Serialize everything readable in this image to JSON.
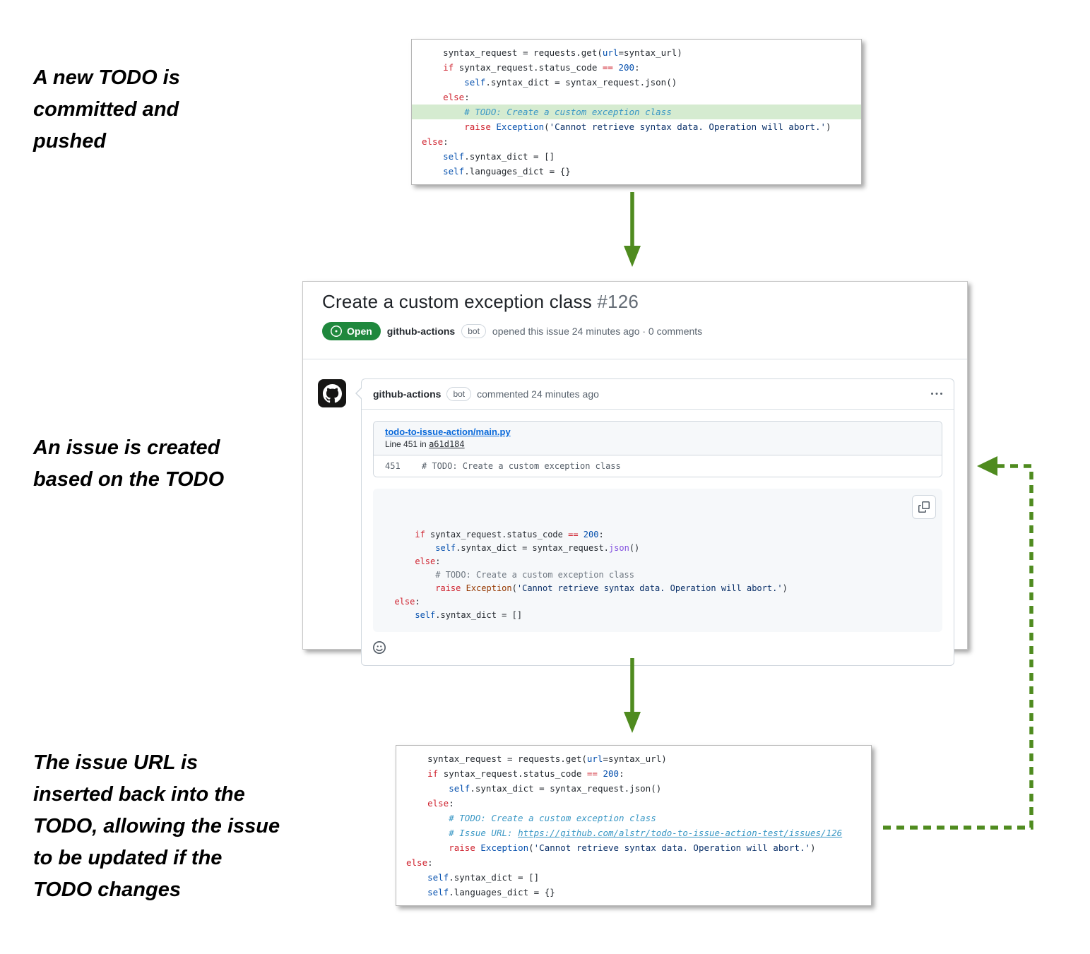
{
  "labels": {
    "step1": "A new TODO is committed and pushed",
    "step2": "An issue is created based on the TODO",
    "step3": "The issue URL is inserted back into the TODO, allowing the issue to be updated if the TODO changes"
  },
  "colors": {
    "arrow_green": "#4f8b1f",
    "todo_highlight_bg": "#d5ebd0",
    "todo_comment": "#3b98c5",
    "open_badge": "#1f883d",
    "link_blue": "#0969da"
  },
  "issue": {
    "title": "Create a custom exception class",
    "number": "#126",
    "state_label": "Open",
    "author": "github-actions",
    "bot_badge": "bot",
    "opened_meta": "opened this issue 24 minutes ago · 0 comments",
    "comment": {
      "author": "github-actions",
      "bot_badge": "bot",
      "meta": "commented 24 minutes ago",
      "reference": {
        "file_link": "todo-to-issue-action/main.py",
        "line_prefix": "Line 451 in ",
        "commit": "a61d184",
        "line_number": "451",
        "line_text": "# TODO: Create a custom exception class"
      }
    }
  },
  "code_blocks": {
    "top": {
      "lines": [
        {
          "tokens": [
            [
              "    syntax_request = requests.get(",
              "p"
            ],
            [
              "url",
              "num"
            ],
            [
              "=syntax_url)",
              "p"
            ]
          ]
        },
        {
          "tokens": [
            [
              "    ",
              "p"
            ],
            [
              "if",
              "kw"
            ],
            [
              " syntax_request.status_code ",
              "p"
            ],
            [
              "==",
              "kw"
            ],
            [
              " ",
              "p"
            ],
            [
              "200",
              "num"
            ],
            [
              ":",
              "p"
            ]
          ]
        },
        {
          "tokens": [
            [
              "        ",
              "p"
            ],
            [
              "self",
              "slf"
            ],
            [
              ".syntax_dict = syntax_request.json()",
              "p"
            ]
          ]
        },
        {
          "tokens": [
            [
              "    ",
              "p"
            ],
            [
              "else",
              "kw"
            ],
            [
              ":",
              "p"
            ]
          ]
        },
        {
          "hl": true,
          "tokens": [
            [
              "        ",
              "p"
            ],
            [
              "# TODO: Create a custom exception class",
              "todo"
            ]
          ]
        },
        {
          "tokens": [
            [
              "        ",
              "p"
            ],
            [
              "raise",
              "kw"
            ],
            [
              " ",
              "p"
            ],
            [
              "Exception",
              "exc"
            ],
            [
              "(",
              "p"
            ],
            [
              "'Cannot retrieve syntax data. Operation will abort.'",
              "str"
            ],
            [
              ")",
              "p"
            ]
          ]
        },
        {
          "tokens": [
            [
              "else",
              "kw"
            ],
            [
              ":",
              "p"
            ]
          ]
        },
        {
          "tokens": [
            [
              "    ",
              "p"
            ],
            [
              "self",
              "slf"
            ],
            [
              ".syntax_dict = []",
              "p"
            ]
          ]
        },
        {
          "tokens": [
            [
              "    ",
              "p"
            ],
            [
              "self",
              "slf"
            ],
            [
              ".languages_dict = {}",
              "p"
            ]
          ]
        }
      ]
    },
    "issue": {
      "lines": [
        {
          "tokens": [
            [
              "      ",
              "p"
            ],
            [
              "if",
              "kw"
            ],
            [
              " syntax_request.status_code ",
              "p"
            ],
            [
              "==",
              "kw"
            ],
            [
              " ",
              "p"
            ],
            [
              "200",
              "num"
            ],
            [
              ":",
              "p"
            ]
          ]
        },
        {
          "tokens": [
            [
              "          ",
              "p"
            ],
            [
              "self",
              "slf"
            ],
            [
              ".syntax_dict = syntax_request.",
              "p"
            ],
            [
              "json",
              "fn"
            ],
            [
              "()",
              "p"
            ]
          ]
        },
        {
          "tokens": [
            [
              "      ",
              "p"
            ],
            [
              "else",
              "kw"
            ],
            [
              ":",
              "p"
            ]
          ]
        },
        {
          "tokens": [
            [
              "          ",
              "p"
            ],
            [
              "# TODO: Create a custom exception class",
              "cmt"
            ]
          ]
        },
        {
          "tokens": [
            [
              "          ",
              "p"
            ],
            [
              "raise",
              "kw"
            ],
            [
              " ",
              "p"
            ],
            [
              "Exception",
              "exc2"
            ],
            [
              "(",
              "p"
            ],
            [
              "'Cannot retrieve syntax data. Operation will abort.'",
              "str"
            ],
            [
              ")",
              "p"
            ]
          ]
        },
        {
          "tokens": [
            [
              "  ",
              "p"
            ],
            [
              "else",
              "kw"
            ],
            [
              ":",
              "p"
            ]
          ]
        },
        {
          "tokens": [
            [
              "      ",
              "p"
            ],
            [
              "self",
              "slf"
            ],
            [
              ".syntax_dict = []",
              "p"
            ]
          ]
        }
      ]
    },
    "bottom": {
      "lines": [
        {
          "tokens": [
            [
              "    syntax_request = requests.get(",
              "p"
            ],
            [
              "url",
              "num"
            ],
            [
              "=syntax_url)",
              "p"
            ]
          ]
        },
        {
          "tokens": [
            [
              "    ",
              "p"
            ],
            [
              "if",
              "kw"
            ],
            [
              " syntax_request.status_code ",
              "p"
            ],
            [
              "==",
              "kw"
            ],
            [
              " ",
              "p"
            ],
            [
              "200",
              "num"
            ],
            [
              ":",
              "p"
            ]
          ]
        },
        {
          "tokens": [
            [
              "        ",
              "p"
            ],
            [
              "self",
              "slf"
            ],
            [
              ".syntax_dict = syntax_request.json()",
              "p"
            ]
          ]
        },
        {
          "tokens": [
            [
              "    ",
              "p"
            ],
            [
              "else",
              "kw"
            ],
            [
              ":",
              "p"
            ]
          ]
        },
        {
          "tokens": [
            [
              "        ",
              "p"
            ],
            [
              "# TODO: Create a custom exception class",
              "todo"
            ]
          ]
        },
        {
          "tokens": [
            [
              "        ",
              "p"
            ],
            [
              "# Issue URL: ",
              "todo"
            ],
            [
              "https://github.com/alstr/todo-to-issue-action-test/issues/126",
              "tlink"
            ]
          ]
        },
        {
          "tokens": [
            [
              "        ",
              "p"
            ],
            [
              "raise",
              "kw"
            ],
            [
              " ",
              "p"
            ],
            [
              "Exception",
              "exc"
            ],
            [
              "(",
              "p"
            ],
            [
              "'Cannot retrieve syntax data. Operation will abort.'",
              "str"
            ],
            [
              ")",
              "p"
            ]
          ]
        },
        {
          "tokens": [
            [
              "else",
              "kw"
            ],
            [
              ":",
              "p"
            ]
          ]
        },
        {
          "tokens": [
            [
              "    ",
              "p"
            ],
            [
              "self",
              "slf"
            ],
            [
              ".syntax_dict = []",
              "p"
            ]
          ]
        },
        {
          "tokens": [
            [
              "    ",
              "p"
            ],
            [
              "self",
              "slf"
            ],
            [
              ".languages_dict = {}",
              "p"
            ]
          ]
        }
      ]
    }
  }
}
